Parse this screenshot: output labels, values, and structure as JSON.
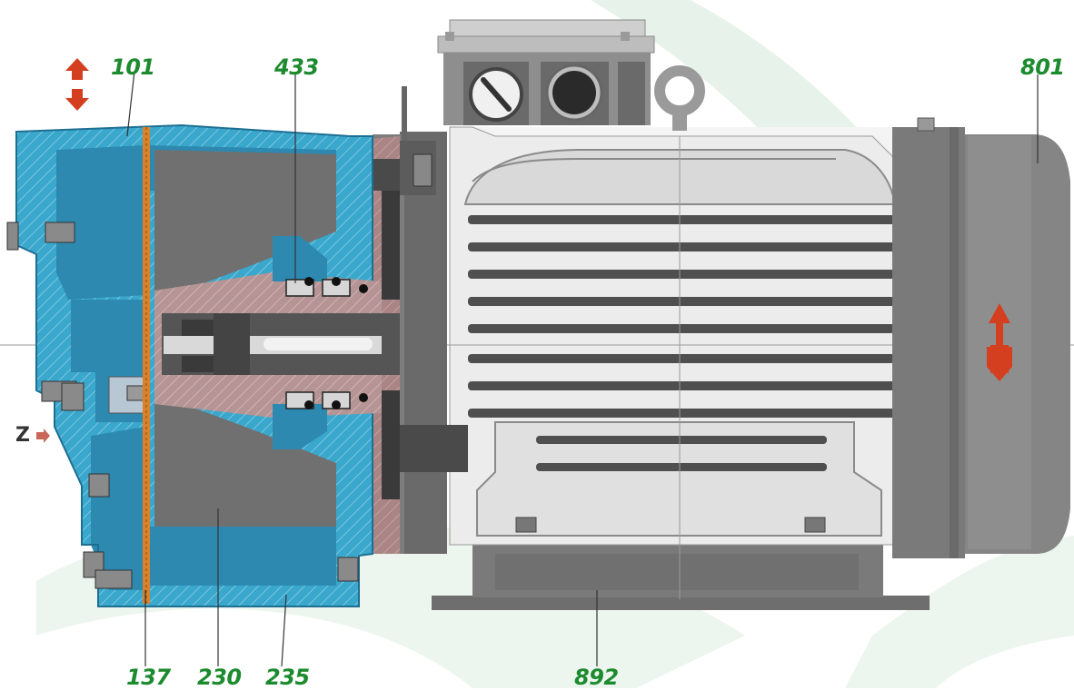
{
  "labels": {
    "p101": "101",
    "p433": "433",
    "p801": "801",
    "p137": "137",
    "p230": "230",
    "p235": "235",
    "p892": "892",
    "z": "Z"
  },
  "colors": {
    "label_green": "#1c8a2e",
    "casing_blue": "#3aa7cc",
    "impeller_gray": "#707070",
    "motor_light": "#e8e8e8",
    "motor_dark": "#5a5a5a",
    "hatch_red": "#c47a7a",
    "gasket_orange": "#d9822b",
    "arrow_red": "#d4401f",
    "watermark_green": "#e7f2ea"
  },
  "icons": {
    "updown": "bidirectional-arrow-icon",
    "rotation": "rotation-arrow-icon",
    "z_marker": "small-arrow-icon"
  }
}
